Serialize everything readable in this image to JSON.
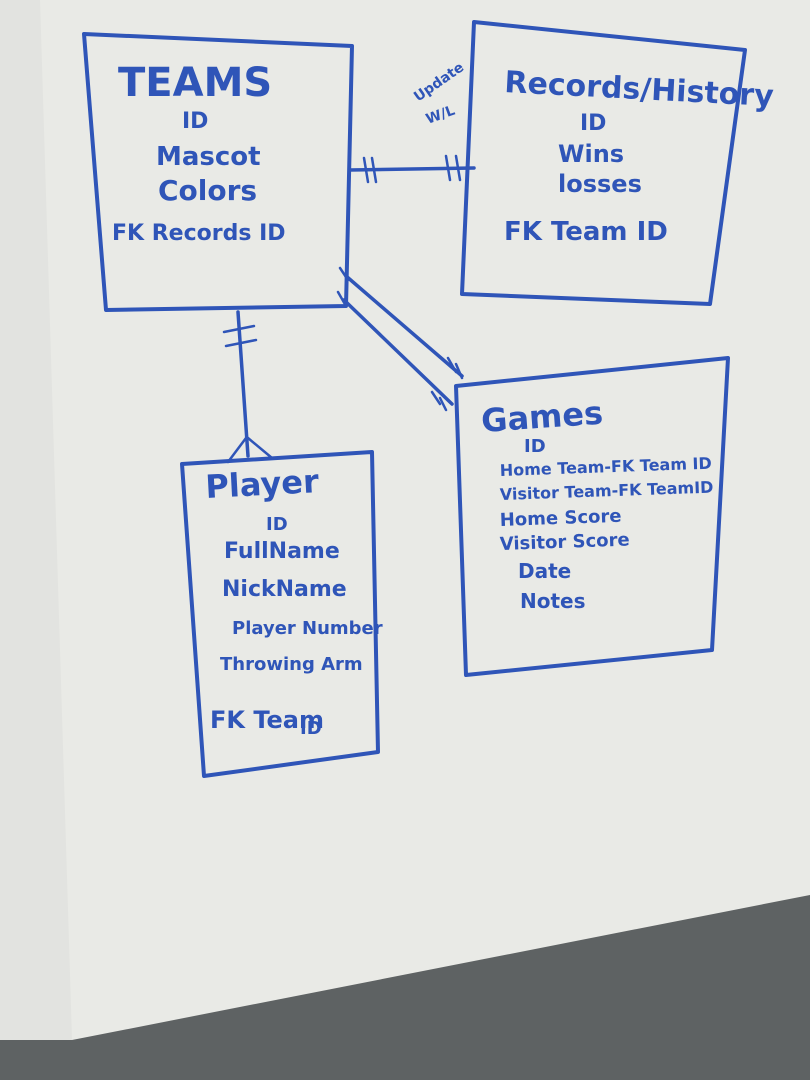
{
  "colors": {
    "ink": "#2f55b8",
    "board": "#e9eae6",
    "wall": "#5e6263"
  },
  "entities": {
    "teams": {
      "title": "TEAMS",
      "fields": [
        "ID",
        "Mascot",
        "Colors",
        "FK Records ID"
      ]
    },
    "records": {
      "title": "Records/History",
      "fields": [
        "ID",
        "Wins",
        "losses",
        "FK Team ID"
      ]
    },
    "player": {
      "title": "Player",
      "fields": [
        "ID",
        "FullName",
        "NickName",
        "Player Number",
        "Throwing Arm",
        "FK Team",
        "ID"
      ]
    },
    "games": {
      "title": "Games",
      "fields": [
        "ID",
        "Home Team-FK Team ID",
        "Visitor Team-FK TeamID",
        "Home Score",
        "Visitor Score",
        "Date",
        "Notes"
      ]
    }
  },
  "relationship_note": [
    "Update",
    "W/L"
  ]
}
